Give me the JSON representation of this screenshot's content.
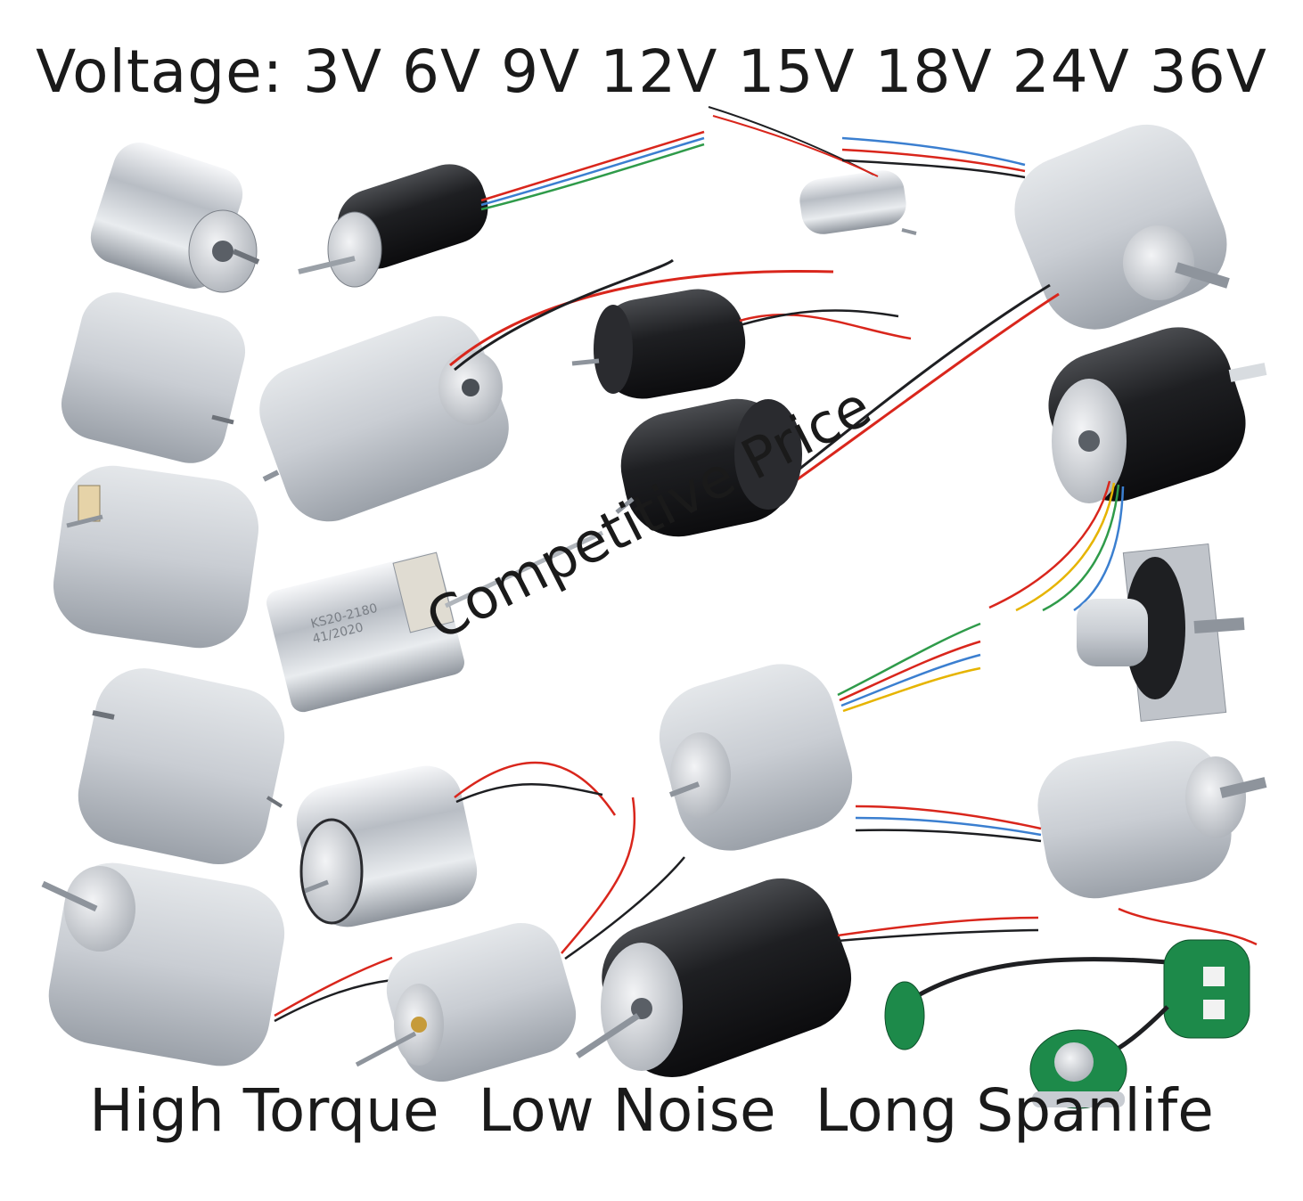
{
  "header": {
    "voltage_line": "Voltage: 3V 6V 9V 12V 15V 18V 24V 36V"
  },
  "overlay": {
    "tagline": "Competitive Price"
  },
  "features": [
    {
      "label": "High Torque"
    },
    {
      "label": "Low Noise"
    },
    {
      "label": "Long Spanlife"
    }
  ],
  "motor_label": {
    "line1": "KS20-2180",
    "line2": "41/2020"
  },
  "colors": {
    "silver": "#c8ccd2",
    "silver_dark": "#8e949c",
    "black_body": "#1e1f22",
    "wire_red": "#d9261c",
    "wire_blue": "#3b7fd0",
    "wire_green": "#2f9b4a",
    "wire_yellow": "#e6b400",
    "pcb_green": "#1d8a4a"
  }
}
